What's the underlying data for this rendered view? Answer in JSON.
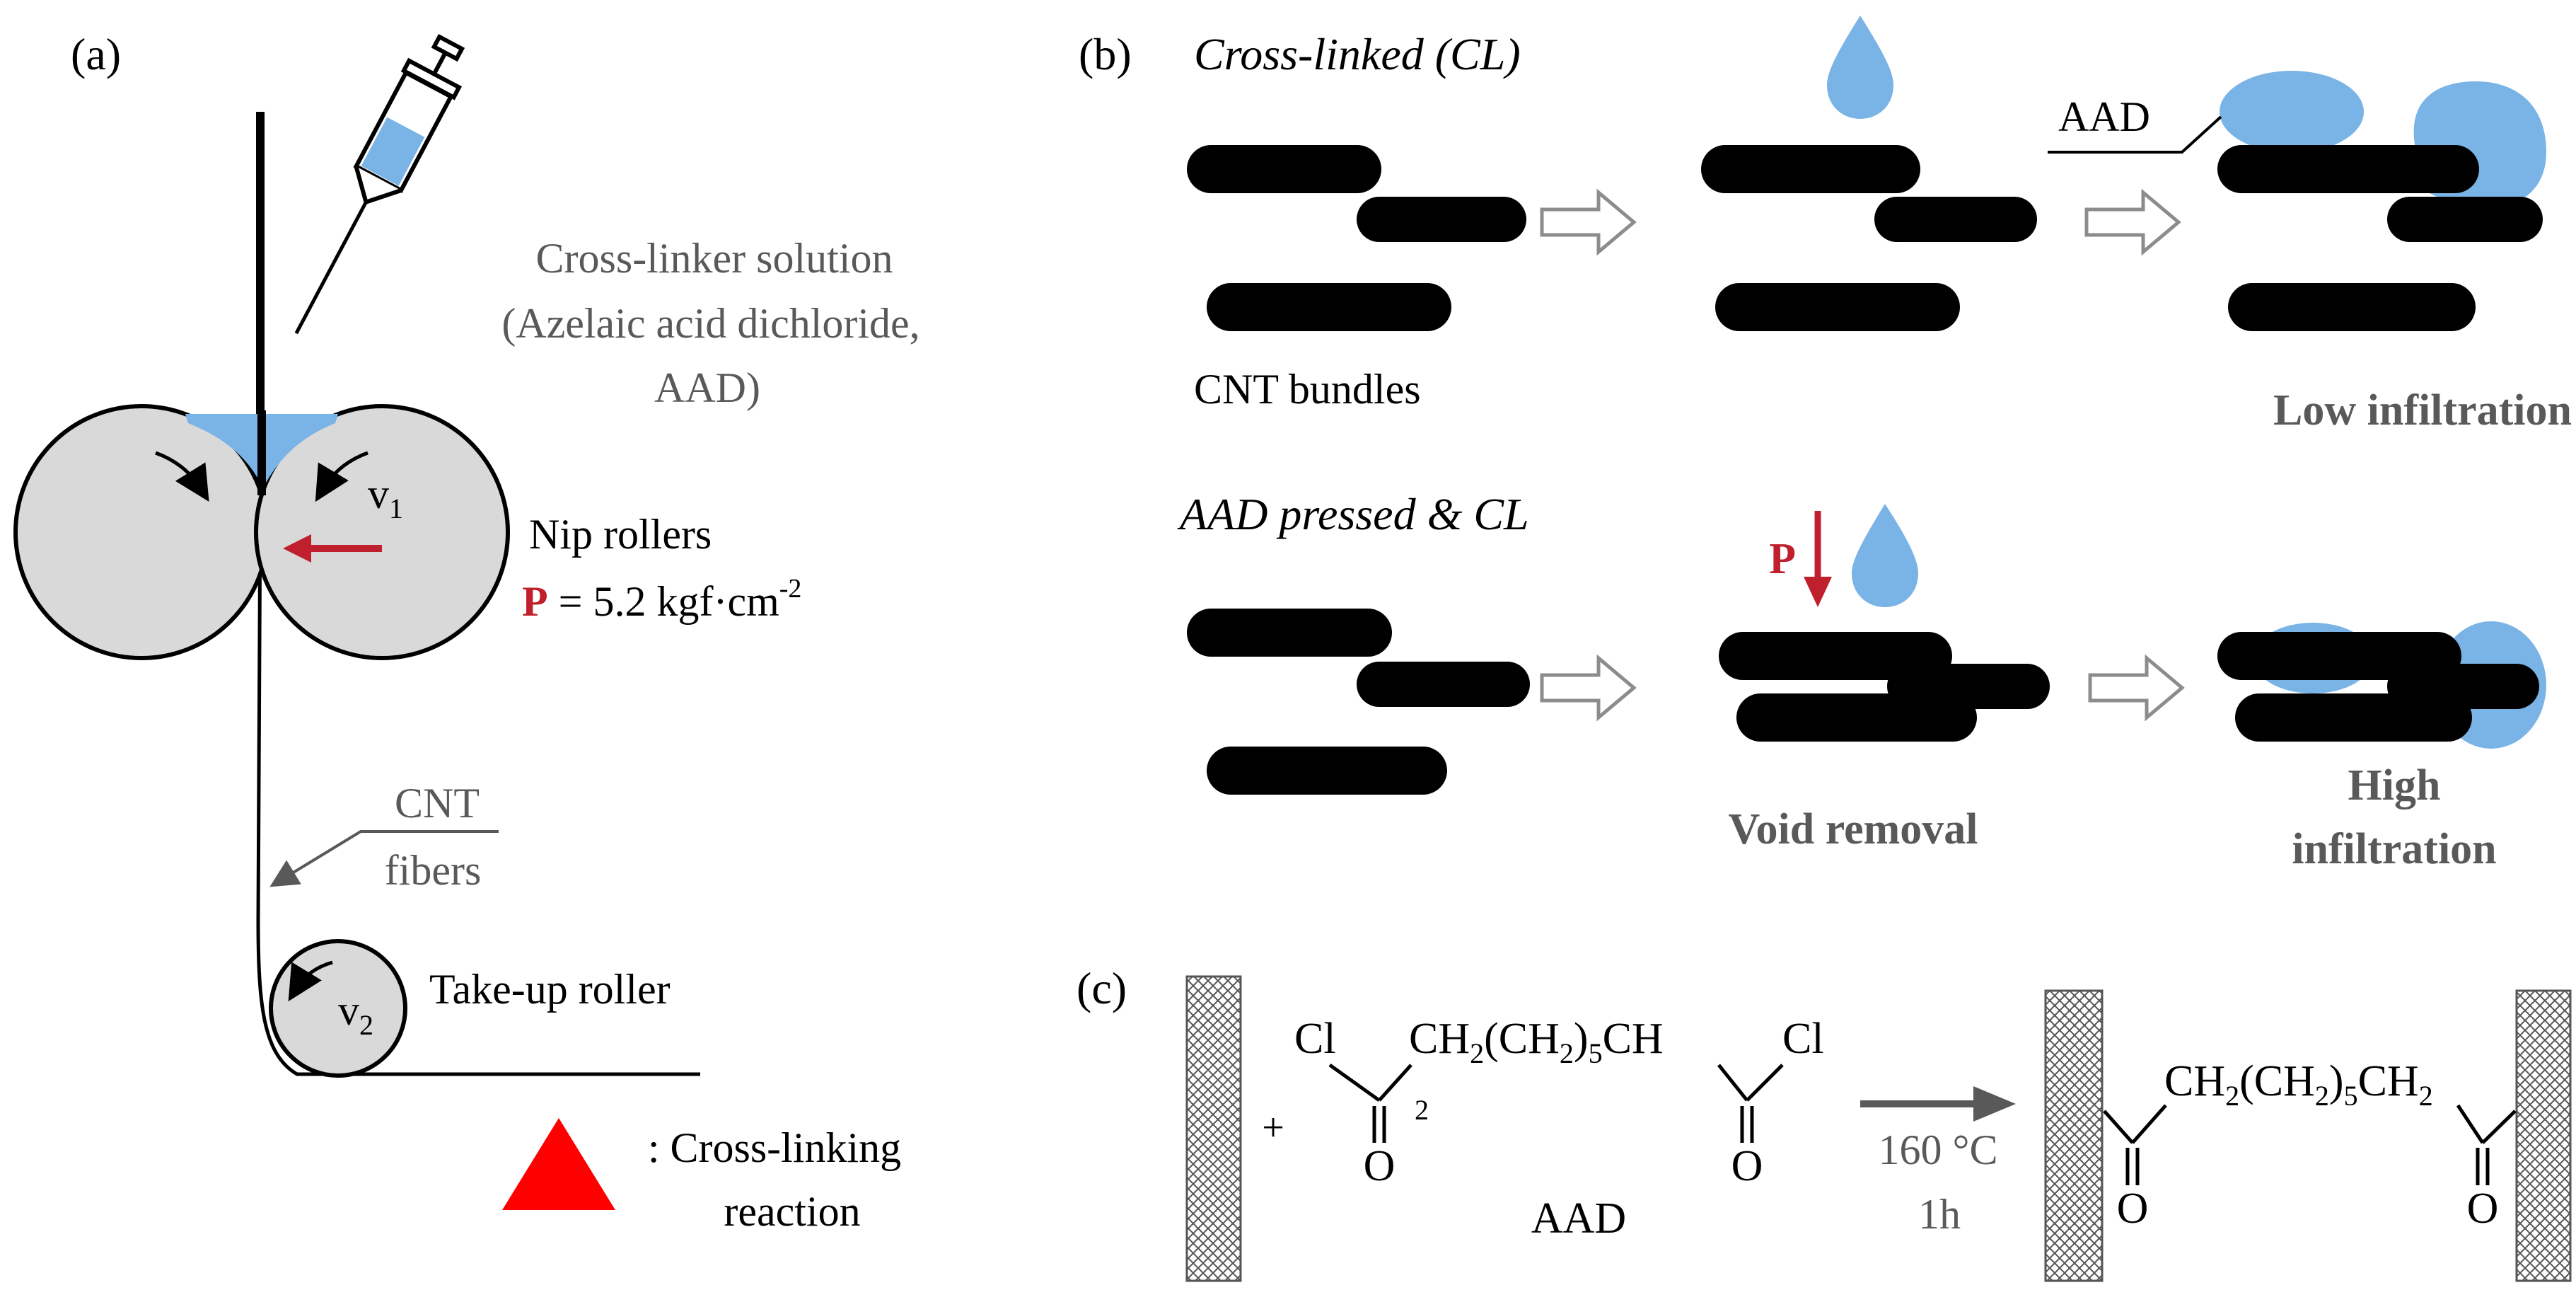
{
  "colors": {
    "liquid": "#7ab3e6",
    "roller_fill": "#d9d9d9",
    "pressure_red": "#c0202e",
    "triangle_red": "#ff0000",
    "grey_text": "#595959",
    "bundle": "#000000"
  },
  "panel_a": {
    "label": "(a)",
    "solution_line1": "Cross-linker solution",
    "solution_line2": "(Azelaic acid dichloride,",
    "solution_line3": "AAD)",
    "v1": "v",
    "v1_sub": "1",
    "nip_label": "Nip rollers",
    "pressure_symbol": "P",
    "pressure_value": " = 5.2 kgf·cm",
    "pressure_exp": "-2",
    "cnt_line1": "CNT",
    "cnt_line2": "fibers",
    "v2": "v",
    "v2_sub": "2",
    "takeup_label": "Take-up roller",
    "legend_line1": ": Cross-linking",
    "legend_line2": "reaction",
    "icons": [
      "syringe-icon",
      "rotation-arrow-icon",
      "pressure-arrow-icon",
      "triangle-icon"
    ]
  },
  "panel_b": {
    "label": "(b)",
    "row1_title": "Cross-linked (CL)",
    "cnt_bundles": "CNT bundles",
    "aad_label": "AAD",
    "low_infiltration": "Low infiltration",
    "row2_title": "AAD pressed & CL",
    "p_label": "P",
    "void_removal": "Void removal",
    "high_line1": "High",
    "high_line2": "infiltration"
  },
  "panel_c": {
    "label": "(c)",
    "plus": "+",
    "cl_left": "Cl",
    "cl_right": "Cl",
    "chain_a": "CH",
    "chain_a_sub": "2",
    "chain_b": "(CH",
    "chain_b_sub": "2",
    "chain_c": ")",
    "chain_c_sub": "5",
    "chain_d": "CH",
    "chain_d_sub": "2",
    "o_left": "O",
    "o_right": "O",
    "aad_name": "AAD",
    "temperature": "160 °C",
    "time": "1h",
    "product_a": "CH",
    "product_a_sub": "2",
    "product_b": "(CH",
    "product_b_sub": "2",
    "product_c": ")",
    "product_c_sub": "5",
    "product_d": "CH",
    "product_d_sub": "2",
    "product_o_left": "O",
    "product_o_right": "O"
  }
}
